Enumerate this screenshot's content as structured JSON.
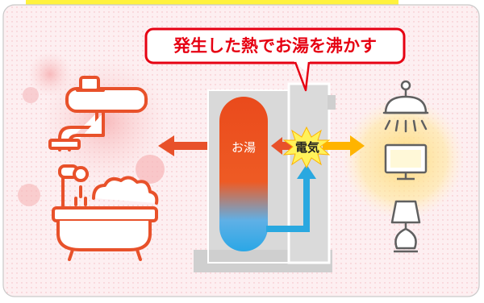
{
  "callout": {
    "text": "発生した熱でお湯を沸かす"
  },
  "tank": {
    "label": "お湯"
  },
  "burst": {
    "label": "電気"
  },
  "colors": {
    "panel_bg": "#fdeff1",
    "panel_border": "#c9c9c9",
    "callout_border": "#e60012",
    "callout_text": "#e60012",
    "header_yellow": "#fff23c",
    "hot_red": "#e8512a",
    "cold_blue": "#29a8e0",
    "elec_yellow": "#ffb400",
    "line_gray": "#606060",
    "unit_gray": "#d9d9d9"
  }
}
